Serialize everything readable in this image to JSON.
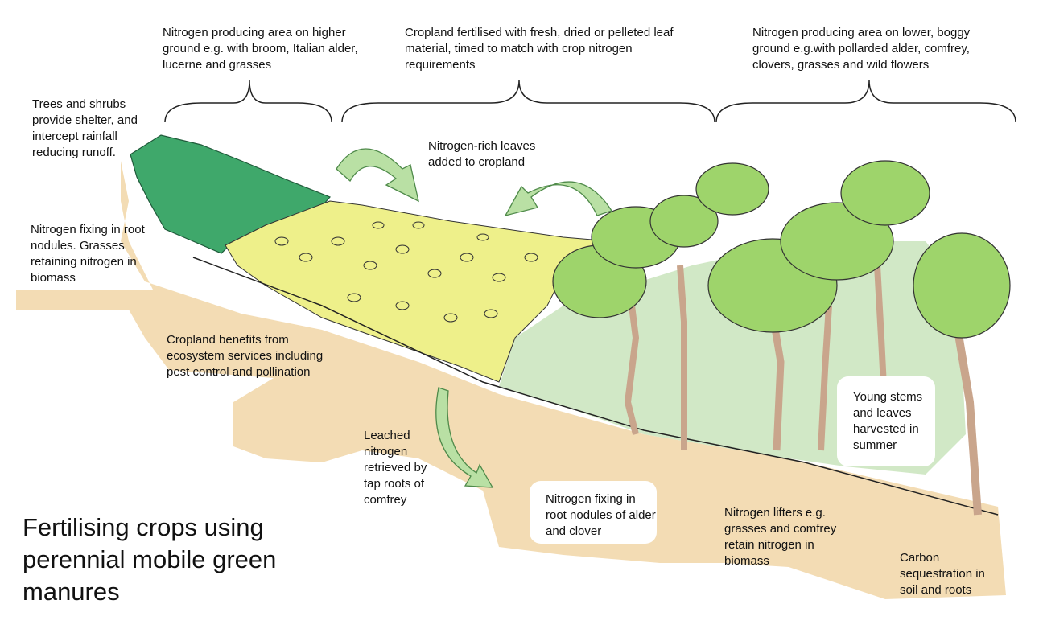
{
  "title": "Fertilising crops using perennial mobile green manures",
  "zones": {
    "higher_ground": "Nitrogen producing area on higher ground e.g. with broom, Italian alder, lucerne and grasses",
    "cropland": "Cropland fertilised with fresh, dried or pelleted leaf material, timed to match with crop nitrogen requirements",
    "lower_ground": "Nitrogen producing area on lower, boggy ground e.g.with pollarded alder, comfrey, clovers, grasses and wild flowers"
  },
  "labels": {
    "shelter": "Trees and shrubs provide shelter, and intercept rainfall reducing runoff.",
    "root_nodules": "Nitrogen fixing in root nodules. Grasses retaining nitrogen in biomass",
    "leaves_added": "Nitrogen-rich leaves added to cropland",
    "ecosystem": "Cropland benefits from ecosystem services including pest control and pollination",
    "leached": "Leached nitrogen retrieved by tap roots of comfrey",
    "alder_clover": "Nitrogen fixing in root nodules of alder and clover",
    "lifters": "Nitrogen lifters e.g. grasses and comfrey retain nitrogen in biomass",
    "carbon": "Carbon sequestration in soil and roots",
    "young_stems": "Young stems and leaves harvested in summer"
  },
  "colors": {
    "soil": "#f3dcb4",
    "dark_green": "#3fa86b",
    "crop_yellow": "#eef08a",
    "tree_green": "#9ed46b",
    "pale_green": "#cfe7c3",
    "arrow_green": "#b9e0a4",
    "trunk": "#c9a58c"
  }
}
